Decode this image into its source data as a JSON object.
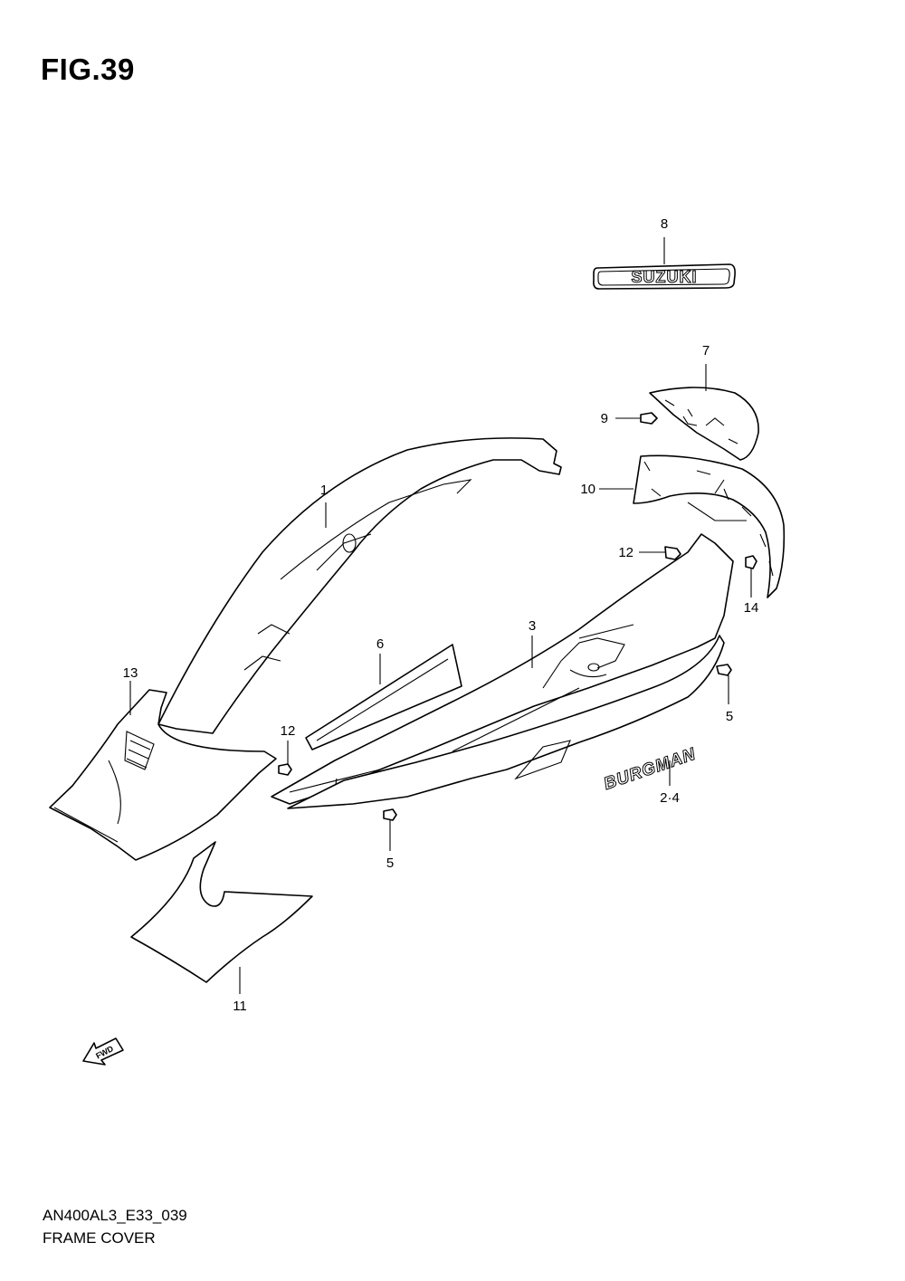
{
  "figure": {
    "title": "FIG.39",
    "code": "AN400AL3_E33_039",
    "name": "FRAME COVER"
  },
  "callouts": [
    {
      "id": "c1",
      "text": "1"
    },
    {
      "id": "c3",
      "text": "3"
    },
    {
      "id": "c6",
      "text": "6"
    },
    {
      "id": "c7",
      "text": "7"
    },
    {
      "id": "c8",
      "text": "8"
    },
    {
      "id": "c9",
      "text": "9"
    },
    {
      "id": "c10",
      "text": "10"
    },
    {
      "id": "c11",
      "text": "11"
    },
    {
      "id": "c12a",
      "text": "12"
    },
    {
      "id": "c12b",
      "text": "12"
    },
    {
      "id": "c13",
      "text": "13"
    },
    {
      "id": "c14",
      "text": "14"
    },
    {
      "id": "c5a",
      "text": "5"
    },
    {
      "id": "c5b",
      "text": "5"
    },
    {
      "id": "c24",
      "text": "2·4"
    }
  ],
  "emblems": {
    "brand": "SUZUKI",
    "model": "BURGMAN",
    "direction": "FWD"
  }
}
